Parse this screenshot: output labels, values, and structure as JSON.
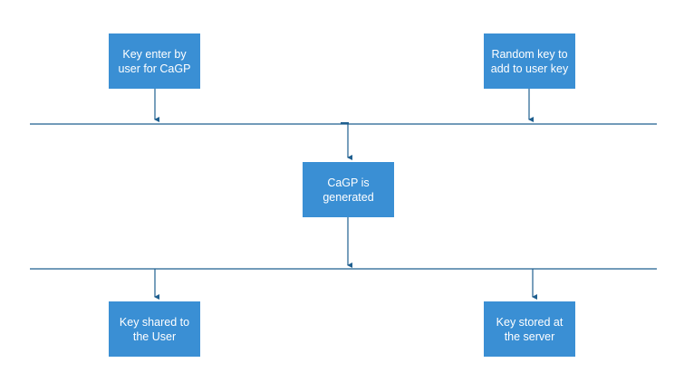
{
  "colors": {
    "box_fill": "#3a8fd4",
    "box_text": "#ffffff",
    "connector": "#1f5f8f",
    "background": "#ffffff"
  },
  "nodes": {
    "key_enter": "Key enter by\nuser for CaGP",
    "random_key": "Random key to\nadd to user key",
    "cagp_generated": "CaGP is\ngenerated",
    "key_shared": "Key shared to\nthe User",
    "key_stored": "Key stored at\nthe server"
  }
}
